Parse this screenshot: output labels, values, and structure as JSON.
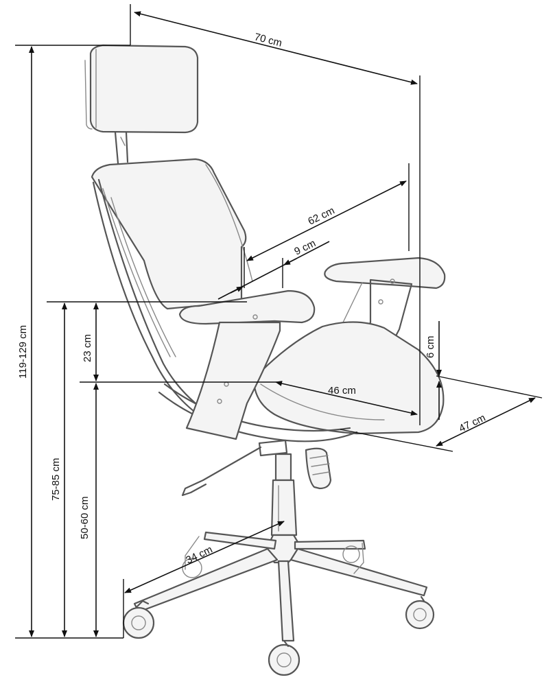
{
  "dimensions": {
    "overall_width": "70 cm",
    "backrest_width": "62 cm",
    "armrest_width": "9 cm",
    "armrest_height": "23 cm",
    "armrest_thickness": "6 cm",
    "seat_depth": "46 cm",
    "seat_width": "47 cm",
    "total_height": "119-129 cm",
    "armrest_floor_height": "75-85 cm",
    "seat_height": "50-60 cm",
    "base_radius": "34 cm"
  }
}
